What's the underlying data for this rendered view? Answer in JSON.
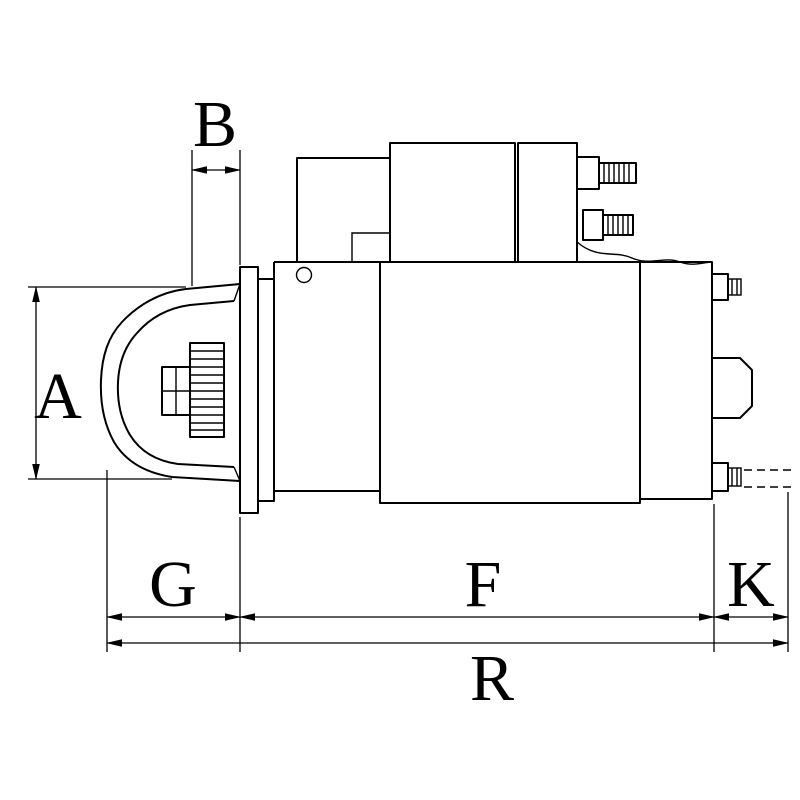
{
  "colors": {
    "background": "#ffffff",
    "line": "#000000"
  },
  "drawing": {
    "type": "technical-dimension-diagram",
    "subject": "starter-motor-side-view"
  },
  "dimension_labels": {
    "a": "A",
    "b": "B",
    "g": "G",
    "f": "F",
    "k": "K",
    "r": "R"
  }
}
